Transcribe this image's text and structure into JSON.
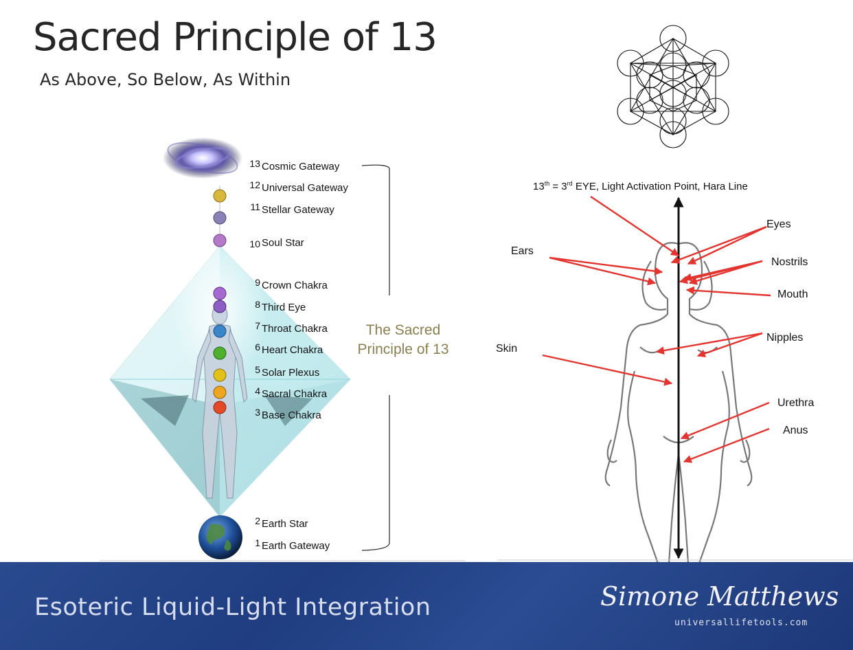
{
  "title": "Sacred Principle of 13",
  "subtitle": "As Above, So Below, As Within",
  "chakras": [
    {
      "num": "13",
      "label": "Cosmic Gateway"
    },
    {
      "num": "12",
      "label": "Universal Gateway"
    },
    {
      "num": "11",
      "label": "Stellar Gateway"
    },
    {
      "num": "10",
      "label": "Soul Star"
    },
    {
      "num": "9",
      "label": "Crown Chakra"
    },
    {
      "num": "8",
      "label": "Third Eye"
    },
    {
      "num": "7",
      "label": "Throat Chakra"
    },
    {
      "num": "6",
      "label": "Heart Chakra"
    },
    {
      "num": "5",
      "label": "Solar Plexus"
    },
    {
      "num": "4",
      "label": "Sacral Chakra"
    },
    {
      "num": "3",
      "label": "Base Chakra"
    },
    {
      "num": "2",
      "label": "Earth Star"
    },
    {
      "num": "1",
      "label": "Earth Gateway"
    }
  ],
  "sacred_principle": {
    "line1": "The Sacred",
    "line2": "Principle of 13"
  },
  "hara": {
    "a": "13",
    "a_sup": "th",
    "b": " = 3",
    "b_sup": "rd",
    "c": " EYE, Light Activation Point, Hara Line"
  },
  "body_points": {
    "eyes": "Eyes",
    "ears": "Ears",
    "nostrils": "Nostrils",
    "mouth": "Mouth",
    "nipples": "Nipples",
    "skin": "Skin",
    "urethra": "Urethra",
    "anus": "Anus"
  },
  "footer": {
    "title": "Esoteric Liquid-Light Integration",
    "signature": "Simone Matthews",
    "url": "universallifetools.com"
  },
  "colors": {
    "arrow": "#e3342f",
    "sacred_text": "#8a7f4e",
    "footer_bg": "#234487"
  }
}
